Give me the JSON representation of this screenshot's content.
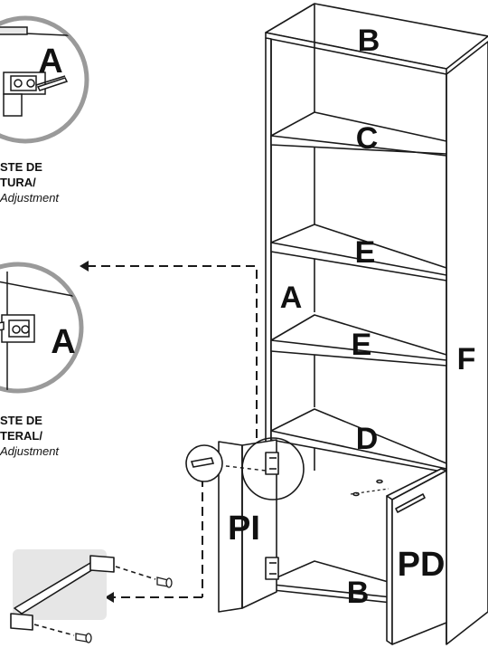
{
  "labels": {
    "top_panel": "B",
    "shelf_upper": "C",
    "shelf_mid1": "E",
    "shelf_mid2": "E",
    "side_left": "A",
    "side_right": "F",
    "fixed_shelf": "D",
    "bottom_panel": "B",
    "door_left": "PI",
    "door_right": "PD",
    "hinge_detail_1": "A",
    "hinge_detail_2": "A"
  },
  "captions": {
    "height_adjust": {
      "line1": "STE DE",
      "line2": "TURA/",
      "line3": "Adjustment"
    },
    "lateral_adjust": {
      "line1": "STE DE",
      "line2": "TERAL/",
      "line3": "Adjustment"
    }
  }
}
